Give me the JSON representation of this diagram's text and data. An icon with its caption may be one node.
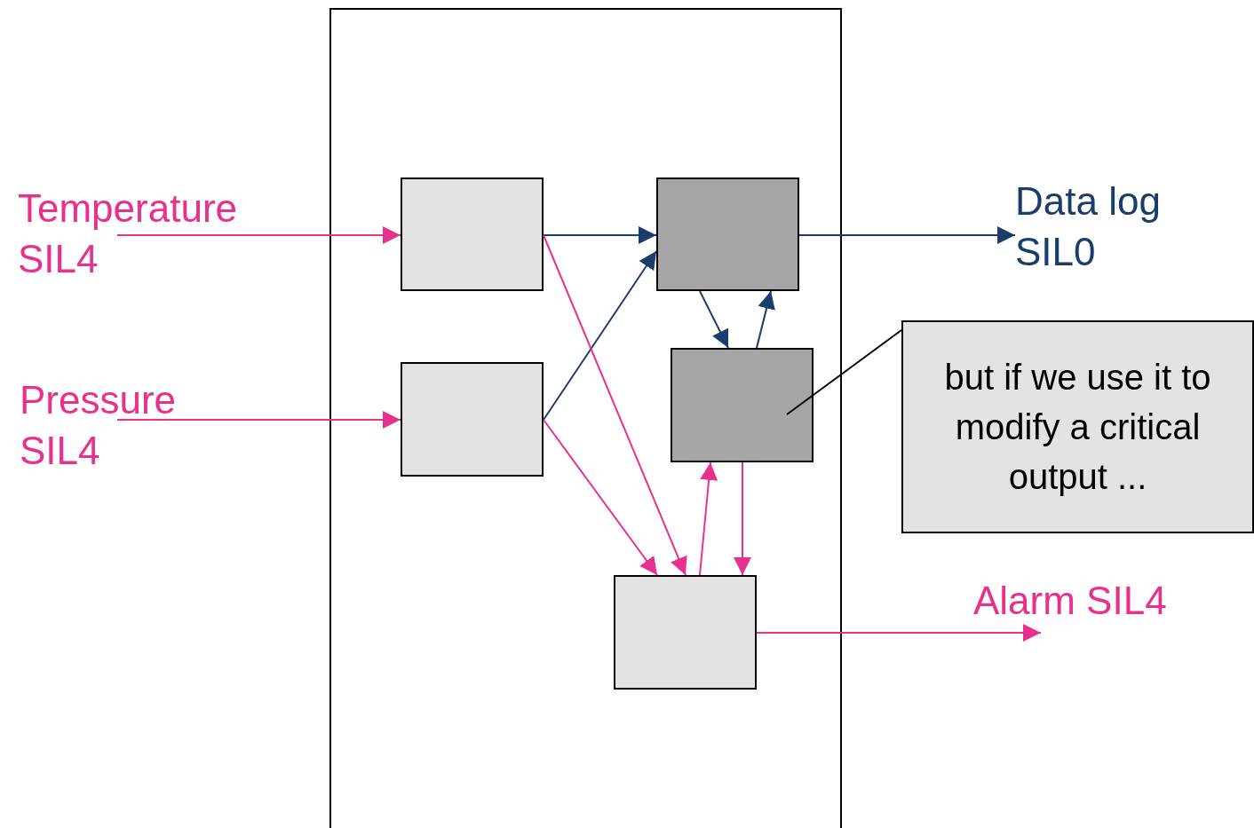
{
  "diagram": {
    "nodes": [
      {
        "text": [],
        "shape": "box"
      },
      {
        "text": [
          "Temperature SIL4"
        ]
      },
      {
        "text": [
          "Pressure SIL4"
        ]
      },
      {
        "text": [],
        "shape": "box",
        "in": 0
      },
      {
        "text": [],
        "shape": "box",
        "in": 0
      },
      {
        "text": [],
        "shape": "box",
        "in": 0
      },
      {
        "text": [],
        "shape": "box",
        "in": 0
      },
      {
        "text": [],
        "shape": "box",
        "in": 0
      },
      {
        "text": [
          "Data log SIL0"
        ]
      },
      {
        "text": [
          "Alarm SIL4"
        ]
      },
      {
        "text": [
          "but if we use it to modify a critical output ..."
        ]
      }
    ],
    "edges": [
      {
        "from": 1,
        "to": 3,
        "arrow": "to"
      },
      {
        "from": 2,
        "to": 4,
        "arrow": "to"
      },
      {
        "from": 3,
        "to": 5,
        "arrow": "to",
        "color": "#1a3d6b"
      },
      {
        "from": 4,
        "to": 5,
        "arrow": "to",
        "color": "#1a3d6b"
      },
      {
        "from": 3,
        "to": 7,
        "arrow": "to"
      },
      {
        "from": 4,
        "to": 7,
        "arrow": "to"
      },
      {
        "from": 5,
        "to": 6,
        "arrow": "to",
        "color": "#1a3d6b"
      },
      {
        "from": 6,
        "to": 5,
        "arrow": "to",
        "color": "#1a3d6b"
      },
      {
        "from": 7,
        "to": 6,
        "arrow": "to"
      },
      {
        "from": 6,
        "to": 7,
        "arrow": "to"
      },
      {
        "from": 5,
        "to": 8,
        "arrow": "to",
        "color": "#1a3d6b"
      },
      {
        "from": 7,
        "to": 9,
        "arrow": "to"
      },
      {
        "from": 10,
        "to": 6,
        "arrow": "none",
        "color": "#000000"
      }
    ]
  }
}
